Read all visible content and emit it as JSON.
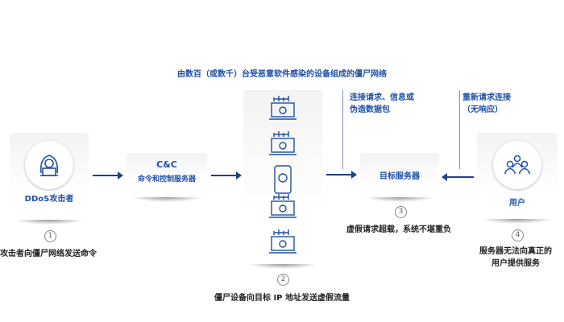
{
  "title": "由数百（或数千）台受恶意软件感染的设备组成的僵尸网络",
  "attacker": {
    "label": "DDoS攻击者",
    "step": "1",
    "caption": "攻击者向僵尸网络发送命令"
  },
  "cnc": {
    "title": "C&C",
    "subtitle": "命令和控制服务器"
  },
  "botnet": {
    "step": "2",
    "caption": "僵尸设备向目标 IP 地址发送虚假流量"
  },
  "requests": {
    "line1": "连接请求、信息或",
    "line2": "伪造数据包"
  },
  "target": {
    "label": "目标服务器",
    "step": "3",
    "caption": "虚假请求超载，系统不堪重负"
  },
  "retry": {
    "line1": "重新请求连接",
    "line2": "（无响应）"
  },
  "user": {
    "label": "用户",
    "step": "4",
    "caption1": "服务器无法向真正的",
    "caption2": "用户提供服务"
  },
  "colors": {
    "accent": "#1f4fa8",
    "arrow": "#1f3f8a"
  }
}
